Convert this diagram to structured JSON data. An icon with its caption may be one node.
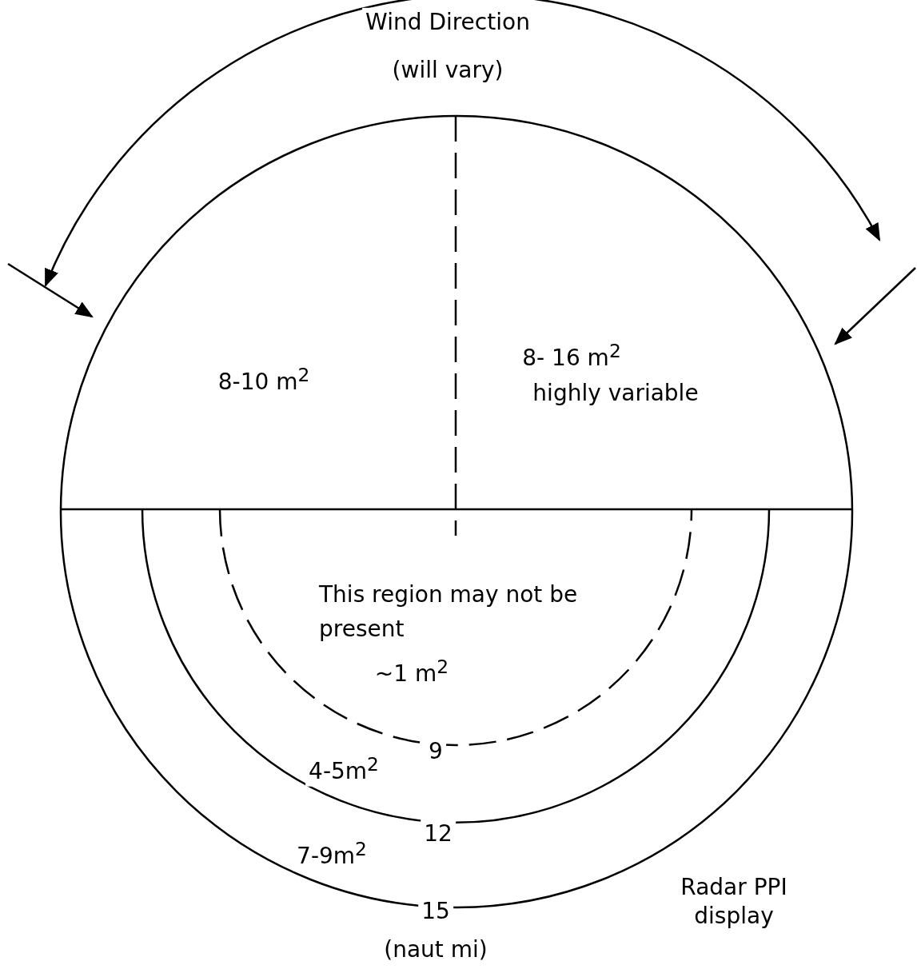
{
  "diagram": {
    "labels": [
      "Wind Direction",
      "(will vary)",
      "8-10 m$^{2}$",
      "8- 16 m$^{2}$",
      "highly variable",
      "This region may not be present",
      "~1 m$^{2}$",
      "9",
      "4-5m$^{2}$",
      "12",
      "7-9m$^{2}$",
      "15",
      "Radar PPI display",
      "(naut mi)"
    ]
  }
}
